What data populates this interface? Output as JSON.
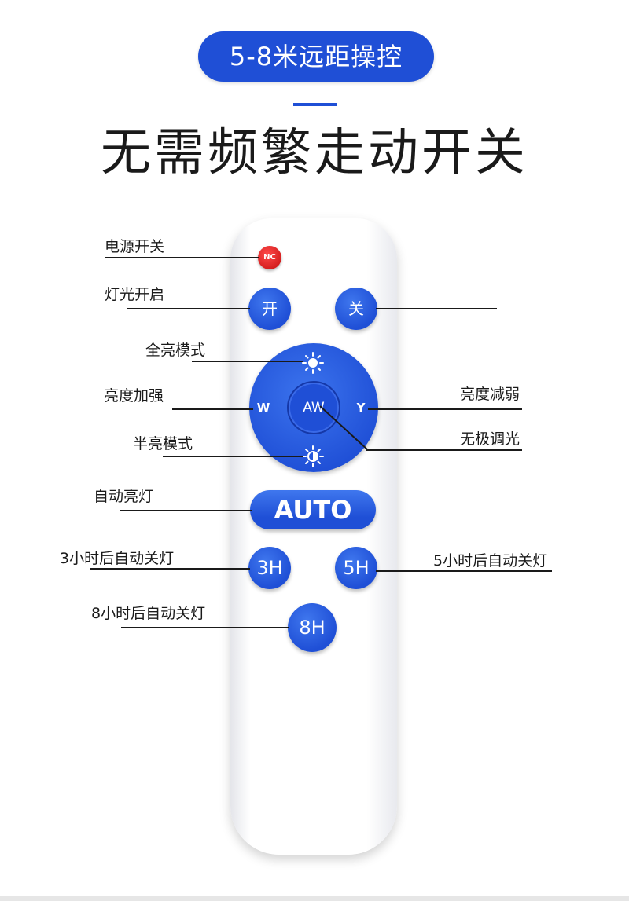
{
  "header": {
    "badge": "5-8米远距操控",
    "headline": "无需频繁走动开关"
  },
  "remote": {
    "power_button": "NC",
    "on_button": "开",
    "off_button": "关",
    "dpad_left": "W",
    "dpad_right": "Y",
    "dpad_center": "AW",
    "auto_button": "AUTO",
    "timer_3h": "3H",
    "timer_5h": "5H",
    "timer_8h": "8H"
  },
  "labels": {
    "power": "电源开关",
    "light_on": "灯光开启",
    "full_bright": "全亮模式",
    "bright_up": "亮度加强",
    "bright_down": "亮度减弱",
    "half_bright": "半亮模式",
    "dimming": "无极调光",
    "auto_light": "自动亮灯",
    "off_3h": "3小时后自动关灯",
    "off_5h": "5小时后自动关灯",
    "off_8h": "8小时后自动关灯"
  },
  "colors": {
    "accent": "#1f4fd6",
    "power": "#e01515"
  }
}
